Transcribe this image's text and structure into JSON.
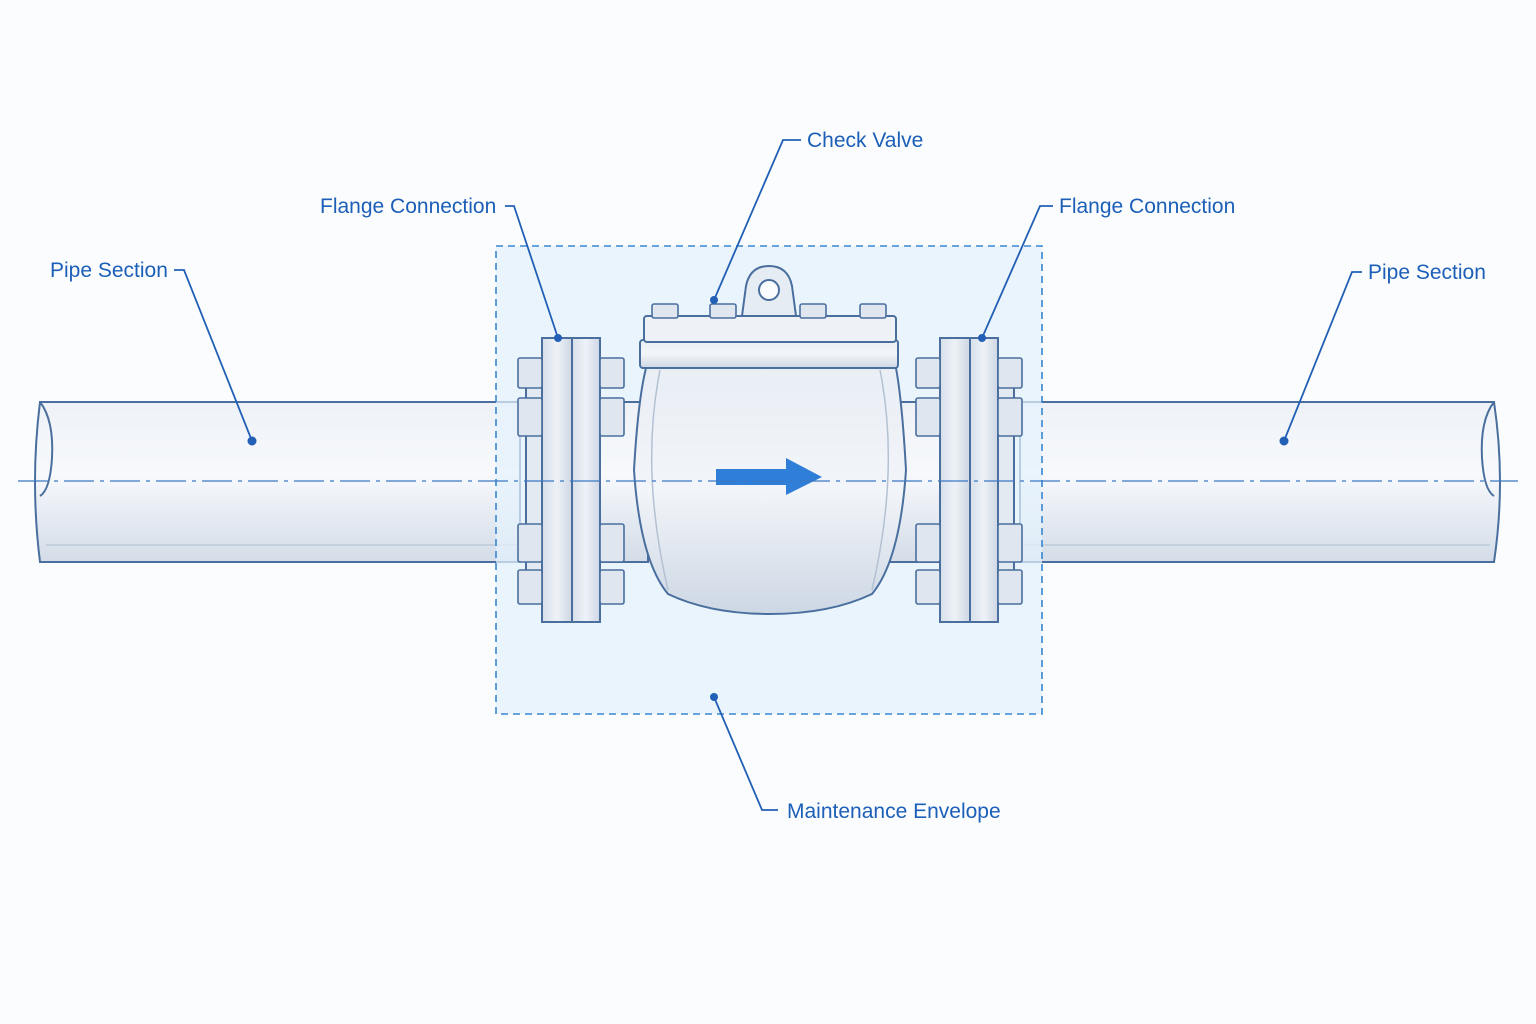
{
  "diagram": {
    "labels": {
      "pipe_left": "Pipe Section",
      "flange_left": "Flange Connection",
      "check_valve": "Check Valve",
      "flange_right": "Flange Connection",
      "pipe_right": "Pipe Section",
      "envelope": "Maintenance Envelope"
    },
    "colors": {
      "accent": "#1c5fb8",
      "flow_arrow": "#2f7fd8",
      "envelope_fill": "#e3f1fc",
      "envelope_stroke": "#3a86d0",
      "metal_fill": "#e1e7ef",
      "outline": "#4a6f9e"
    },
    "icons": [
      "flow-direction-arrow-icon",
      "lifting-eye-icon"
    ]
  }
}
